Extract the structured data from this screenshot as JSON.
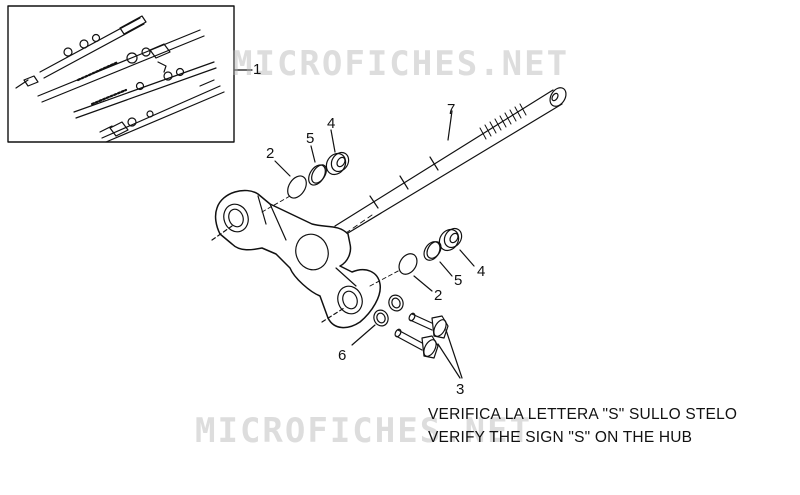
{
  "watermark": "MICROFICHES.NET",
  "callouts": {
    "ref_1": "1",
    "ref_2_upper": "2",
    "ref_2_lower": "2",
    "ref_3": "3",
    "ref_4_upper": "4",
    "ref_4_lower": "4",
    "ref_5_upper": "5",
    "ref_5_lower": "5",
    "ref_6": "6",
    "ref_7": "7"
  },
  "notes": {
    "italian": "VERIFICA LA LETTERA \"S\" SULLO STELO",
    "english": "VERIFY THE SIGN \"S\" ON THE HUB"
  },
  "colors": {
    "line": "#111111",
    "background": "#ffffff",
    "watermark": "#b4b4b4"
  }
}
